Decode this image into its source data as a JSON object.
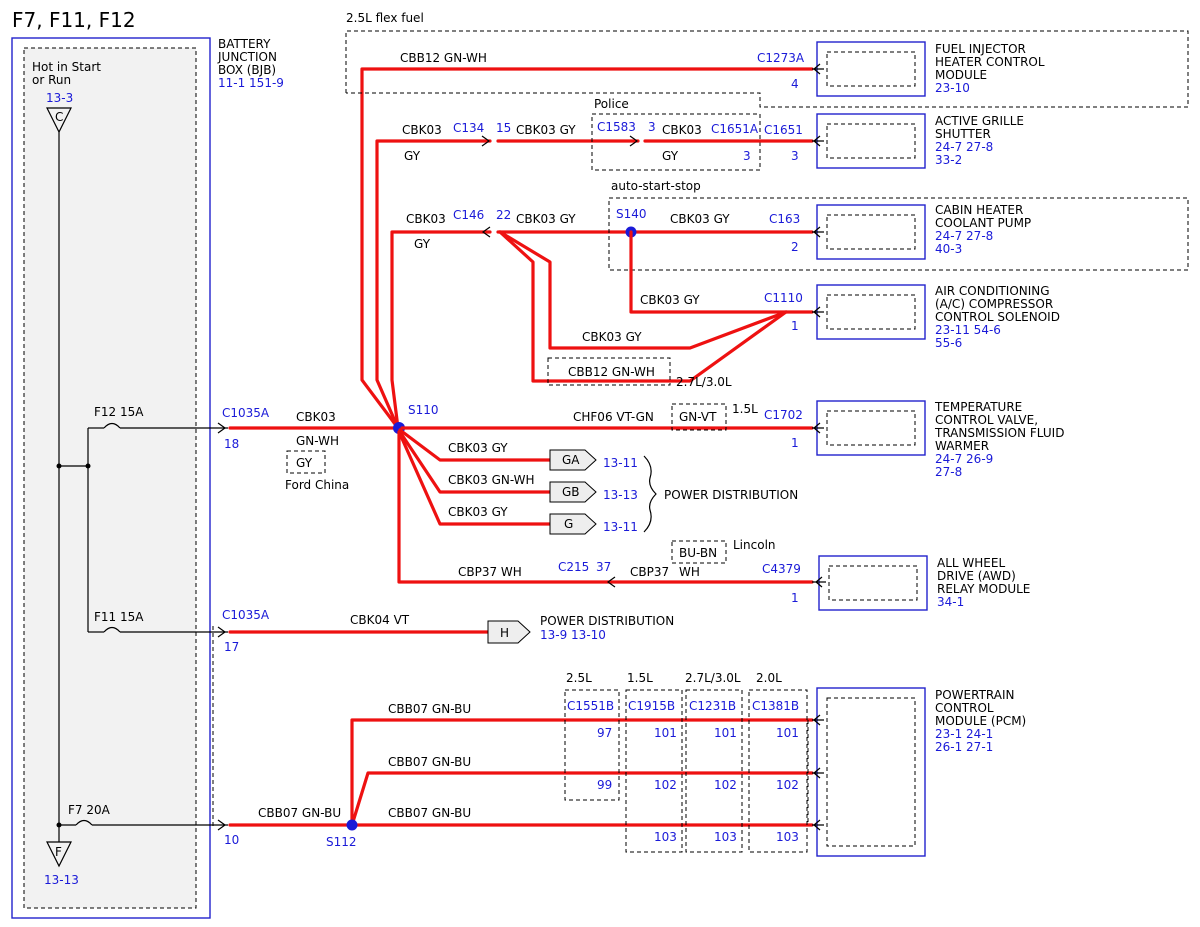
{
  "title": "F7, F11, F12",
  "colors": {
    "wire": "#ee1111",
    "ref": "#1a1ad8",
    "splice": "#1a1ad8"
  },
  "bjb": {
    "name": [
      "BATTERY",
      "JUNCTION",
      "BOX (BJB)"
    ],
    "refs": "11-1  151-9",
    "hot": [
      "Hot in Start",
      "or Run"
    ]
  },
  "left": {
    "c_ref": "13-3",
    "c_label": "C",
    "f_ref": "13-13",
    "f_label": "F",
    "f12": "F12  15A",
    "f11": "F11  15A",
    "f7": "F7    20A"
  },
  "connectors": {
    "c1035a_a": "C1035A",
    "pin18": "18",
    "c1035a_b": "C1035A",
    "pin17": "17",
    "pin10": "10"
  },
  "labels": {
    "flex": "2.5L flex fuel",
    "police": "Police",
    "ass": "auto-start-stop",
    "l2730_a": "2.7L/3.0L",
    "l15_a": "1.5L",
    "lincoln": "Lincoln",
    "fordchina": "Ford China"
  },
  "wires": {
    "cbb12": "CBB12   GN-WH",
    "cbk03_a": "CBK03",
    "gy_a": "GY",
    "c134": "C134",
    "c134p": "15",
    "cbk03gy_b": "CBK03   GY",
    "c1583": "C1583",
    "c1583p": "3",
    "cbk03_c": "CBK03",
    "gy_c": "GY",
    "c1651a": "C1651A",
    "pin3a": "3",
    "cbk03_d": "CBK03",
    "gy_d": "GY",
    "c146": "C146",
    "c146p": "22",
    "cbk03gy_e": "CBK03   GY",
    "s140": "S140",
    "cbk03gy_f": "CBK03   GY",
    "cbk03gy_g": "CBK03   GY",
    "cbk03gy_h": "CBK03   GY",
    "cbb12_b": "CBB12  GN-WH",
    "cbk03_main": "CBK03",
    "gnwh_main": "GN-WH",
    "gy_main": "GY",
    "s110": "S110",
    "chf06": "CHF06   VT-GN",
    "gnvt": "GN-VT",
    "pd_ga": "CBK03   GY",
    "pd_gb": "CBK03   GN-WH",
    "pd_g": "CBK03   GY",
    "cbp37_a": "CBP37   WH",
    "c215": "C215",
    "c215p": "37",
    "cbp37_b": "CBP37",
    "wh_b": "WH",
    "bubn": "BU-BN",
    "cbk04": "CBK04   VT",
    "cbb07_in": "CBB07   GN-BU",
    "s112": "S112",
    "cbb07_1": "CBB07   GN-BU",
    "cbb07_2": "CBB07   GN-BU",
    "cbb07_3": "CBB07   GN-BU"
  },
  "powerdist": {
    "ga": "GA",
    "ga_ref": "13-11",
    "gb": "GB",
    "gb_ref": "13-13",
    "g": "G",
    "g_ref": "13-11",
    "label": "POWER DISTRIBUTION",
    "h": "H",
    "h_label": "POWER DISTRIBUTION",
    "h_ref": "13-9  13-10"
  },
  "components": [
    {
      "name": [
        "FUEL INJECTOR",
        "HEATER CONTROL",
        "MODULE"
      ],
      "refs": [
        "23-10"
      ],
      "conn": "C1273A",
      "pin": "4"
    },
    {
      "name": [
        "ACTIVE GRILLE",
        "SHUTTER"
      ],
      "refs": [
        "24-7  27-8",
        "33-2"
      ],
      "conn": "C1651",
      "pin": "3"
    },
    {
      "name": [
        "CABIN HEATER",
        "COOLANT PUMP"
      ],
      "refs": [
        "24-7  27-8",
        "40-3"
      ],
      "conn": "C163",
      "pin": "2"
    },
    {
      "name": [
        "AIR CONDITIONING",
        "(A/C) COMPRESSOR",
        "CONTROL SOLENOID"
      ],
      "refs": [
        "23-11 54-6",
        "55-6"
      ],
      "conn": "C1110",
      "pin": "1"
    },
    {
      "name": [
        "TEMPERATURE",
        "CONTROL VALVE,",
        "TRANSMISSION FLUID",
        "WARMER"
      ],
      "refs": [
        "24-7  26-9",
        "27-8"
      ],
      "conn": "C1702",
      "pin": "1"
    },
    {
      "name": [
        "ALL WHEEL",
        "DRIVE (AWD)",
        "RELAY MODULE"
      ],
      "refs": [
        "34-1"
      ],
      "conn": "C4379",
      "pin": "1"
    },
    {
      "name": [
        "POWERTRAIN",
        "CONTROL",
        "MODULE (PCM)"
      ],
      "refs": [
        "23-1  24-1",
        "26-1  27-1"
      ]
    }
  ],
  "pcm_table": {
    "variants": [
      "2.5L",
      "1.5L",
      "2.7L/3.0L",
      "2.0L"
    ],
    "connectors": [
      "C1551B",
      "C1915B",
      "C1231B",
      "C1381B"
    ],
    "row1": [
      "97",
      "101",
      "101",
      "101"
    ],
    "row2": [
      "99",
      "102",
      "102",
      "102"
    ],
    "row3": [
      "",
      "103",
      "103",
      "103"
    ]
  }
}
